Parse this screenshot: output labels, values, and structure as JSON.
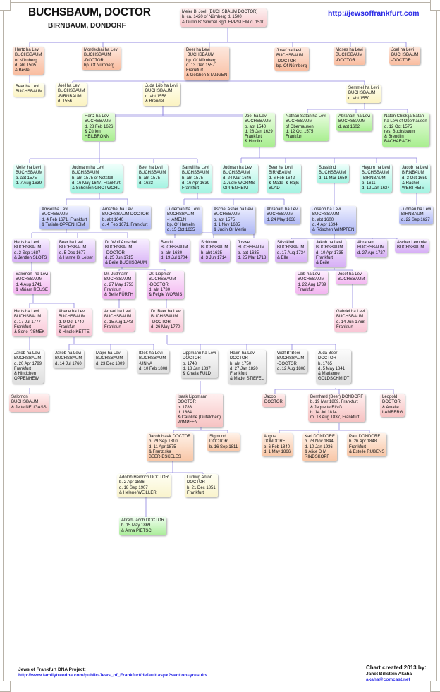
{
  "header": {
    "title": "BUCHSBAUM, DOCTOR",
    "subtitle": "BIRNBAUM, DONDORF",
    "site_link": "http://jewsoffrankfurt.com"
  },
  "footer": {
    "project_label": "Jews of Frankfurt DNA Project:",
    "project_link": "http://www.familytreedna.com/public/Jews_of_Frankfurt/default.aspx?section=yresults",
    "credit_title": "Chart created 2013 by:",
    "credit_name": "Janet Billstein Akaha",
    "credit_email": "akaha@comcast.net"
  },
  "colors": {
    "connector": "#8c82e0",
    "link": "#2a2ae6",
    "gen1": "#f9bda0",
    "gen2": "#fbf3c2",
    "gen3": "#a9ee90",
    "gen4": "#a5f3e2",
    "gen5": "#aeb7f4",
    "gen6": "#d6aef5",
    "gen7": "#f2b4f0",
    "gen8": "#f9c6d6",
    "gen9": "#dedede"
  },
  "nodes": [
    {
      "id": "n0",
      "text": "Meier B' Joel  [BUCHSBAUM DOCTOR]\nb. ca. 1420 of Nürnberg d. 1500\n& Gutlin B' Simmel Sg\"L EPPSTEIN d. 1510"
    },
    {
      "id": "n1",
      "text": "Hertz ha Levi\nBUCHSBAUM\nof Nürnberg\nd. abt 1505\n& Besle"
    },
    {
      "id": "n2",
      "text": "Mordechai ha Levi\nBUCHSBAUM\n-DOCTOR\nbp. Of Nürnberg"
    },
    {
      "id": "n3",
      "text": "Beer ha Levi\n BUCHSBAUM\nbp. Of Nürnberg\nd. 13 Dec 1557\nFrankfurt\n& Gelchen STANGEN"
    },
    {
      "id": "n4",
      "text": "Josef ha Levi\nBUCHSBAUM\n-DOCTOR\nbp. Of Nürnberg"
    },
    {
      "id": "n5",
      "text": "Moses ha Levi\nBUCHSBAUM\n-DOCTOR"
    },
    {
      "id": "n6",
      "text": "Joel ha Levi\nBUCHSBAUM\n-DOCTOR"
    },
    {
      "id": "n7",
      "text": "Beer ha Levi\nBUCHSBAUM"
    },
    {
      "id": "n8",
      "text": "Joel ha Levi\nBUCHSBAUM\n-BIRNBAUM\nd. 1556"
    },
    {
      "id": "n9",
      "text": "Juda Löb ha Levi\nBUCHSBAUM\nd. abt 1558\n& Brendel"
    },
    {
      "id": "n10",
      "text": "Semmel ha Levi\nBUCHSBAUM\nd. abt 1550"
    },
    {
      "id": "n11",
      "text": "Hertz ha Levi\nBUCHSBAUM\nd. 28 Feb 1626\n& Zürlen\nHEILBRONN"
    },
    {
      "id": "n12",
      "text": "Joel ha Levi\nBUCHSBAUM\nb. abt 1540\nd. 28 Jan 1629\nFrankfurt\n& Hindlin"
    },
    {
      "id": "n13",
      "text": "Nathan Satan ha Levi\nBUCHSBAUM\nof Oberhausen\nd. 12 Oct 1575\nFrankfurt"
    },
    {
      "id": "n14",
      "text": "Abraham ha Levi\nBUCHSBAUM\nd. abt 1602"
    },
    {
      "id": "n15",
      "text": "Natan Chiskija Satan\nha Levi of Oberhausen\nd. 12 Oct 1575\nres. Buchsbaum\n& Brendlin\nBACHARACH"
    },
    {
      "id": "n16",
      "text": "Meier ha Levi\nBUCHSBAUM\nb. abt 1575\nd. 7 Aug 1639"
    },
    {
      "id": "n17",
      "text": "Judmann ha Levi\nBUCHSBAUM\nb. abt 1575 of Notstall\nd. 16 May 1647, Frankfurt\n& Schönlen GROTWOHL"
    },
    {
      "id": "n18",
      "text": "Beer ha Levi\nBUCHSBAUM\nb. abt 1575\nd. 1623"
    },
    {
      "id": "n19",
      "text": "Sanwil ha Levi\nBUCHSBAUM\nb. abt 1575\nd. 16 Apr 1639\nFrankfurt"
    },
    {
      "id": "n20",
      "text": "Judman ha Levi\nBUCHSBAUM\nd. 24 Mar 1646\n& Judle WORMS-\nOPPENHEIM"
    },
    {
      "id": "n21",
      "text": "Beer ha Levi\nBIRNBAUM\nd. 6 Feb 1642\n& Made  & Rajls\nBLAD"
    },
    {
      "id": "n22",
      "text": "Susskind\nBUCHSBAUM\nd. 11 Mar 1659"
    },
    {
      "id": "n23",
      "text": "Heyum ha Levi\nBUCHSBAUM\n-BIRNBAUM\nb. 1611\nd. 12 Jan 1624"
    },
    {
      "id": "n24",
      "text": "Jacob ha Levi\nBIRNBAUM\nd. 3 Oct 1659\n& Rachel\nWERTHEIM"
    },
    {
      "id": "n25",
      "text": "Amsel ha Levi\nBUCHSBAUM\nd. 4 Feb 1671, Frankfurt\n& Trainle OPPENHEIM"
    },
    {
      "id": "n26",
      "text": "Amschel ha Levi\nBUCHSBAUM DOCTOR\nb. abt 1640\nd. 4 Feb 1671, Frankfurt"
    },
    {
      "id": "n27",
      "text": "Judeman ha Levi\nBUCHSBAUM\n-HAMELN\nbp. Of Hameln\nd. 15 Oct 1635"
    },
    {
      "id": "n28",
      "text": "Aschel Asher ha Levi\nBUCHSBAUM\nb. abt 1575\nd. 1 Nov 1635\n& Judin Or Merlin"
    },
    {
      "id": "n29",
      "text": "Abraham ha Levi\nBUCHSBAUM\nd. 24 May 1638"
    },
    {
      "id": "n30",
      "text": "Joseph ha Levi\nBUCHSBAUM\nb. abt 1600\nd. 4 Apr 1694\n& Röschen WIMPFEN"
    },
    {
      "id": "n31",
      "text": "Judman ha Levi\nBIRNBAUM\nd. 22 Sep 1627"
    },
    {
      "id": "n32",
      "text": "Herts ha Levi\nBUCHSBAUM\nd. 2 Sep 1687\n& Jentlen SLOTS"
    },
    {
      "id": "n33",
      "text": "Beer ha Levi\nBUCHSBAUM\nd. 5 Dec 1677\n& Hanne B' Leiser"
    },
    {
      "id": "n34",
      "text": "Dr. Wolf Amschel\nBUCHSBAUM\n-DOCTOR\nd. 25 Jun 1715\n& Beile BUCHSBAUM"
    },
    {
      "id": "n35",
      "text": "Bendit\nBUCHSBAUM\nb. abt 1630\nd. 19 Jul 1704"
    },
    {
      "id": "n36",
      "text": "Schimon\nBUCHSBAUM\nb. abt 1635\nd. 3 Jun 1714"
    },
    {
      "id": "n37",
      "text": "Joswel\nBUCHSBAUM\nb. abt 1635\nd. 25 Mar 1718"
    },
    {
      "id": "n38",
      "text": "Süsskind\nBUCHSBAUM\nd. 17 Aug 1734\n& Elle"
    },
    {
      "id": "n39",
      "text": "Jakob ha Levi\nBUCHSBAUM\nd. 10 Apr 1735\nFrankfurt\n& Beile"
    },
    {
      "id": "n40",
      "text": "Abraham\nBUCHSBAUM\nd. 27 Apr 1727"
    },
    {
      "id": "n41",
      "text": "Ascher Lemmle\nBUCHSBAUM"
    },
    {
      "id": "n42",
      "text": "Salomon  ha Levi\nBUCHSBAUM\nd. 4 Aug 1741\n& Miriam REUSE"
    },
    {
      "id": "n43",
      "text": "Dr. Judmann\nBUCHSBAUM\nd. 27 May 1753\nFrankfurt\n& Beile FÜRTH"
    },
    {
      "id": "n44",
      "text": "Dr. Lippman\nBUCHSBAUM\n-DOCTOR\nd. abt 1730\n& Feigle WORMS"
    },
    {
      "id": "n45",
      "text": "Leib ha Levi\nBUCHSBAUM\nd. 22 Aug 1739\nFrankfurt"
    },
    {
      "id": "n46",
      "text": "Josef ha Levi\nBUCHSBAUM"
    },
    {
      "id": "n47",
      "text": "Herts ha Levi\nBUCHSBAUM\nd. 17 Jul 1777\nFrankfurt\n& Sorle  ?SMEK"
    },
    {
      "id": "n48",
      "text": "Aberle ha Levi\nBUCHSBAUM\nd. 9 Oct 1740\nFrankfurt\n& Hindle KETTE"
    },
    {
      "id": "n49",
      "text": "Amsel ha Levi\nBUCHSBAUM\nd. 15 Aug 1743\nFrankfurt"
    },
    {
      "id": "n50",
      "text": "Dr. Beer ha Levi\nBUCHSBAUM\n-DOCTOR\nd. 26 May 1770"
    },
    {
      "id": "n51",
      "text": "Gabriel ha Levi\nBUCHSBAUM\nd. 14 Jun 1768\nFrankfurt"
    },
    {
      "id": "n52",
      "text": "Jakob ha Levi\nBUCHSBAUM\nd. 20 Apr 1799\nFrankfurt\n& Hindchen\nOPPENHEIM"
    },
    {
      "id": "n53",
      "text": "Jakob ha Levi\nBUCHSBAUM\nd. 14 Jul 1760"
    },
    {
      "id": "n54",
      "text": "Majer ha Levi\nBUCHSBAUM\nd. 23 Dec 1809"
    },
    {
      "id": "n55",
      "text": "Itzek ha Levi\nBUCHSBAUM\n-UNNA\nd. 10 Feb 1808"
    },
    {
      "id": "n56",
      "text": "Lippmann ha Levi\nDOCTOR\nb. 1748\nd. 18 Jan 1837\n& Chaila FULD"
    },
    {
      "id": "n57",
      "text": "Ha'im ha Levi\nDOCTOR\nb. abt 1750\nd. 27 Jan 1820\nFrankfurt\n& Madel STIEFEL"
    },
    {
      "id": "n58",
      "text": "Wolf B' Beer\nBUCHSBAUM\n-DOCTOR\nd. 12 Aug 1808"
    },
    {
      "id": "n59",
      "text": "Juda Beer\nDOCTOR\nb. 1765\nd. 5 May 1841\n& Marianne\nGOLDSCHMIDT"
    },
    {
      "id": "n60",
      "text": "Salomon\nBUCHSBAUM\n& Jette NEUGASS"
    },
    {
      "id": "n61",
      "text": "Isaak Lippmann\nDOCTOR\nb. 1788\nd. 1864\n& Caroline (Gutelchen)\nWIMPFEN"
    },
    {
      "id": "n62",
      "text": "Jacob\nDOCTOR"
    },
    {
      "id": "n63",
      "text": "Bernhard (Beer) DONDORF\nb. 19 Mar 1809, Frankfurt\n& Jaquette BING\nb. 14 Jul 1814\nm. 13 Aug 1837, Frankfurt"
    },
    {
      "id": "n64",
      "text": "Leopold\nDOCTOR\n& Amalie\nLAMBERG"
    },
    {
      "id": "n65",
      "text": "Jacob Isaak DOCTOR\nb. 29 Sep 1810\nd. 11 Apr 1875\n& Franziska\nBEER-ESKELES"
    },
    {
      "id": "n66",
      "text": "Sigmund\nDOCTOR\nb. 16 Sep 1811"
    },
    {
      "id": "n67",
      "text": "August\nDONDORF\nb. 6 Feb 1840\nd. 1 May 1866"
    },
    {
      "id": "n68",
      "text": "Karl DONDORF\nb. 28 Nov 1844\nd. 10 Jan 1936\n& Alice D M\nRINDSKOPF"
    },
    {
      "id": "n69",
      "text": "Paul DONDORF\nb. 26 Apr 1848\nFrankfurt\n& Estelle RUBENS"
    },
    {
      "id": "n70",
      "text": "Adolph Heinrich DOCTOR\nb. 2 Apr 1836\nd. 18 Sep 1907\n& Helene WEILLER"
    },
    {
      "id": "n71",
      "text": "Ludwig Anton\nDOCTOR\nb. 21 Dec 1851\nFrankfurt"
    },
    {
      "id": "n72",
      "text": "Alfred Jacob DOCTOR\nb. 15 May 1869\n& Anna PIETSCH"
    }
  ]
}
